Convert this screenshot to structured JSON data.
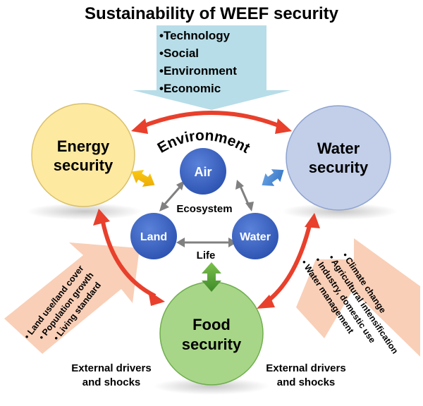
{
  "title": "Sustainability of WEEF security",
  "pillars": [
    "Technology",
    "Social",
    "Environment",
    "Economic"
  ],
  "nodes": {
    "energy": {
      "line1": "Energy",
      "line2": "security",
      "fill": "#fde9a0",
      "stroke": "#d9c06a"
    },
    "water": {
      "line1": "Water",
      "line2": "security",
      "fill": "#c3cfe9",
      "stroke": "#8ea3cf"
    },
    "food": {
      "line1": "Food",
      "line2": "security",
      "fill": "#a8d688",
      "stroke": "#6fae4e"
    }
  },
  "center": {
    "environment_label": "Environment",
    "ecosystem_label": "Ecosystem",
    "life_label": "Life",
    "air": "Air",
    "land": "Land",
    "water": "Water"
  },
  "left_drivers": [
    "Land use/land cover",
    "Population growth",
    "Living standard"
  ],
  "right_drivers": [
    "Climate change",
    "Agricultural intensification",
    "Industry, domestic use",
    "Water management"
  ],
  "external_left": {
    "line1": "External drivers",
    "line2": "and shocks"
  },
  "external_right": {
    "line1": "External drivers",
    "line2": "and shocks"
  },
  "colors": {
    "red_arrow": "#e8402c",
    "pillar_arrow": "#b7dde8",
    "driver_arrow": "#f9cfb7",
    "small_circle": "#3a64c8",
    "gray_arrow": "#808080"
  }
}
